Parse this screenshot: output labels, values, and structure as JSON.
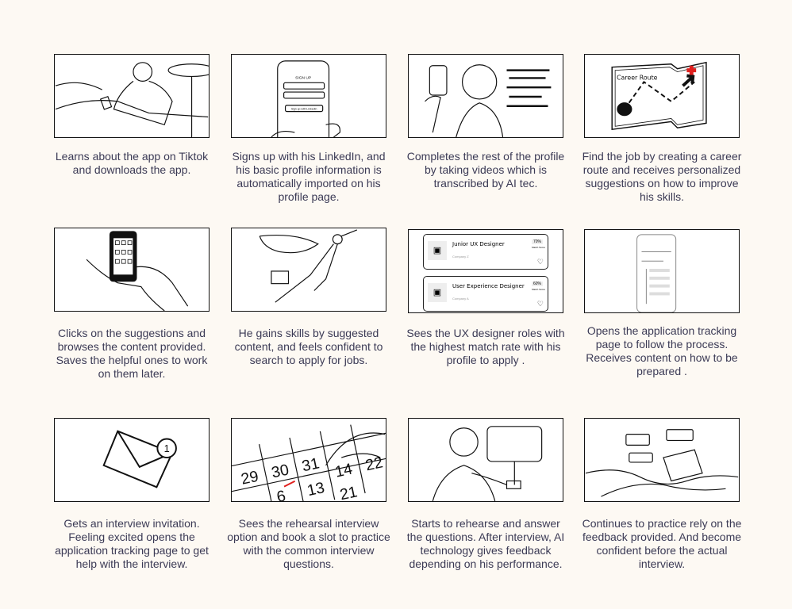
{
  "panels": [
    {
      "caption": "Learns about the app on Tiktok and downloads the app."
    },
    {
      "caption": "Signs up with his LinkedIn, and his basic profile information is automatically imported on his profile page.",
      "screen_title": "SIGN UP",
      "screen_button": "Sign up with LinkedIn"
    },
    {
      "caption": "Completes the rest of the profile by taking videos which is transcribed by AI tec."
    },
    {
      "caption": "Find the job by creating a career route and receives personalized suggestions on how to improve his skills.",
      "map_label": "Career Route"
    },
    {
      "caption": "Clicks on the suggestions and browses the content provided. Saves the helpful ones to work on them later."
    },
    {
      "caption": "He gains skills by suggested content, and feels confident to search to apply for jobs."
    },
    {
      "caption": "Sees the UX designer roles with the highest match rate with his profile to apply .",
      "jobs": [
        {
          "title": "Junior UX Designer",
          "company": "Company Z",
          "score": "70%",
          "score_label": "Match Score"
        },
        {
          "title": "User Experience Designer",
          "company": "Company A",
          "score": "60%",
          "score_label": "Match Score"
        }
      ]
    },
    {
      "caption": "Opens the application tracking page to follow the process. Receives content on how to be prepared ."
    },
    {
      "caption": "Gets an interview invitation. Feeling excited opens the application tracking page to get help with the interview.",
      "badge": "1"
    },
    {
      "caption": "Sees the rehearsal interview option and book a slot to practice with the common interview questions.",
      "dates": [
        "29",
        "30",
        "31",
        "6",
        "13",
        "14",
        "21",
        "22"
      ]
    },
    {
      "caption": "Starts to rehearse and answer the questions. After interview, AI technology gives feedback depending on his performance."
    },
    {
      "caption": "Continues to practice rely on the feedback provided. And become confident before the actual interview."
    }
  ],
  "colors": {
    "background": "#fdf9f3",
    "caption": "#3b3a55",
    "accent_red": "#e0201e"
  }
}
